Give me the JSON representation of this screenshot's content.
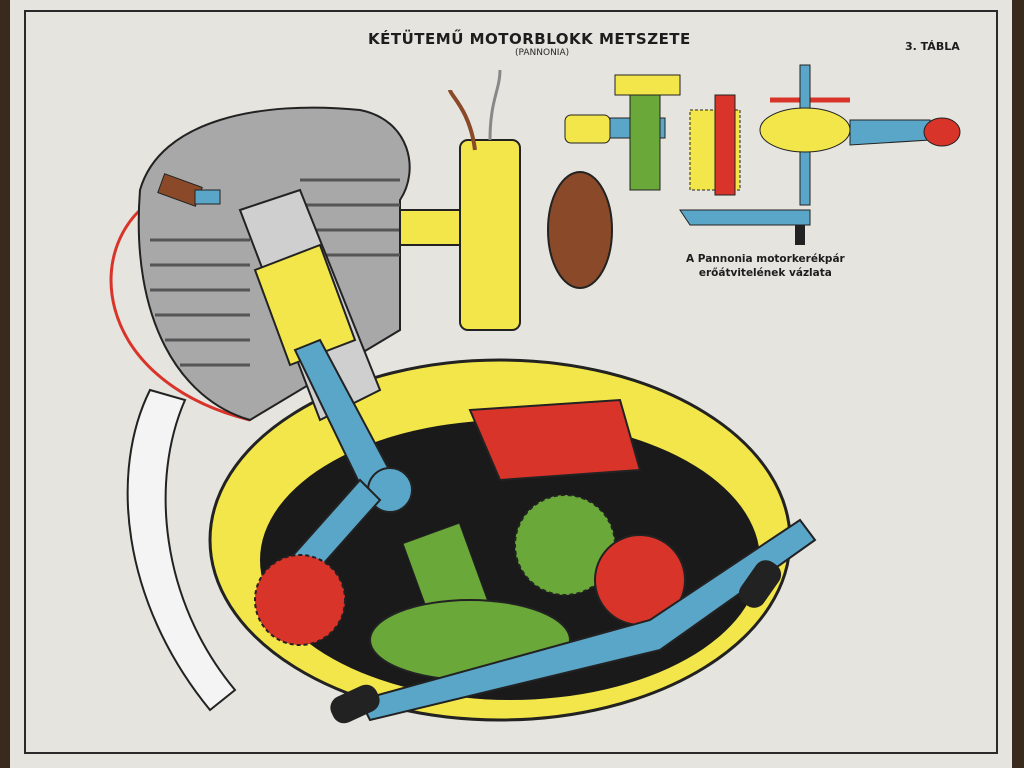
{
  "poster": {
    "title": "KÉTÜTEMŰ MOTORBLOKK METSZETE",
    "subtitle": "(PANNONIA)",
    "plate_number": "3. TÁBLA",
    "caption_line1": "A Pannonia motorkerékpár",
    "caption_line2": "erőátvitelének vázlata"
  },
  "colors": {
    "paper": "#e6e4de",
    "yellow": "#f2e64a",
    "blue": "#5aa6c8",
    "red": "#d8342a",
    "green": "#6aa83a",
    "grey": "#a8a8a8",
    "brown": "#8a4a2a"
  }
}
